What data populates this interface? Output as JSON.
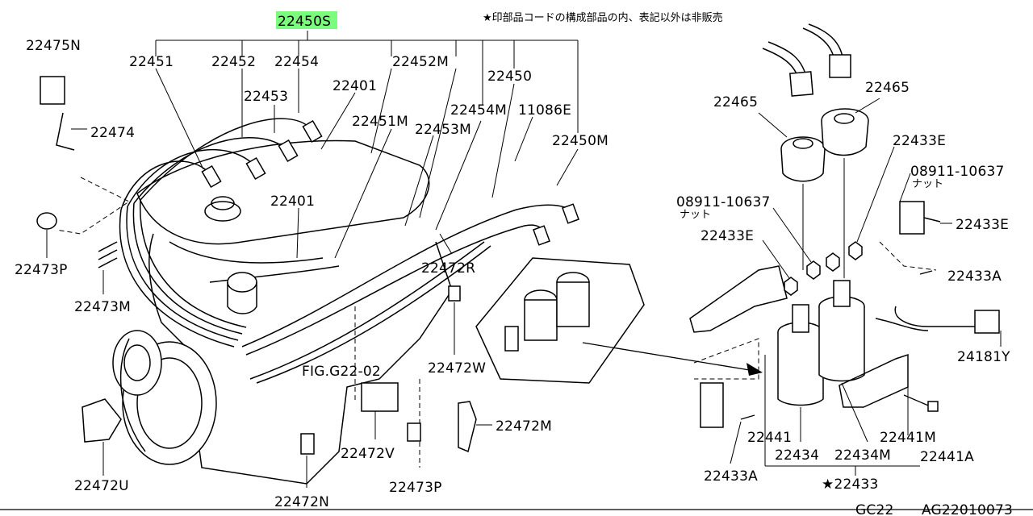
{
  "assembly_label": "22450S",
  "note": "★印部品コードの構成部品の内、表記以外は非販売",
  "ref_fig": "FIG.G22-02",
  "footer": {
    "section": "GC22",
    "drawing_id": "AG22010073"
  },
  "nut_jp": "ナット",
  "colors": {
    "highlight": "#7CFC7C",
    "ink": "#000000"
  },
  "parts": {
    "p22475N": "22475N",
    "p22474": "22474",
    "p22473P_left": "22473P",
    "p22473M": "22473M",
    "p22472U": "22472U",
    "p22451": "22451",
    "p22452": "22452",
    "p22454": "22454",
    "p22453": "22453",
    "p22401_top": "22401",
    "p22401_mid": "22401",
    "p22451M": "22451M",
    "p22452M": "22452M",
    "p22450": "22450",
    "p22454M": "22454M",
    "p22453M": "22453M",
    "p11086E": "11086E",
    "p22450M": "22450M",
    "p22472R": "22472R",
    "p22472W": "22472W",
    "p22472M": "22472M",
    "p22472V": "22472V",
    "p22472N": "22472N",
    "p22473P_bottom": "22473P",
    "p22465_left": "22465",
    "p22465_right": "22465",
    "p22433E_top": "22433E",
    "p08911_right": "08911-10637",
    "p08911_left": "08911-10637",
    "p22433E_right": "22433E",
    "p22433E_left": "22433E",
    "p22433A_right": "22433A",
    "p24181Y": "24181Y",
    "p22441": "22441",
    "p22434": "22434",
    "p22434M": "22434M",
    "p22441M": "22441M",
    "p22441A": "22441A",
    "p22433A_bottom": "22433A",
    "p22433": "★22433"
  }
}
